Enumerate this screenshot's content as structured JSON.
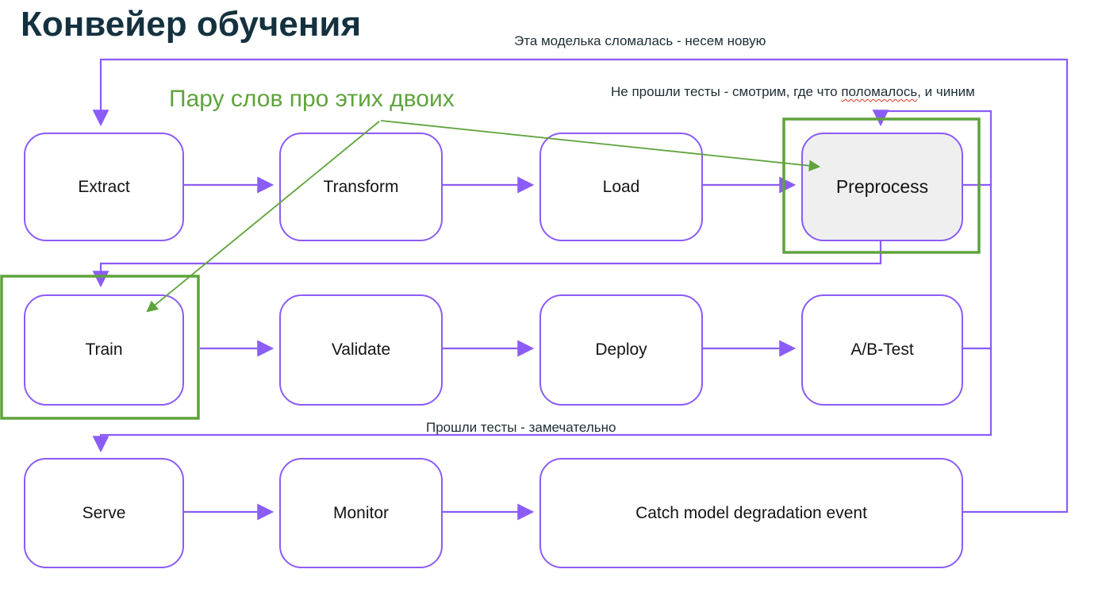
{
  "title": "Конвейер обучения",
  "colors": {
    "node_border": "#8b5cf6",
    "connector": "#8b5cf6",
    "highlight_frame_green": "#5fa33c",
    "green_note_text": "#5fa33c",
    "title_text": "#14313f",
    "annotation_text": "#1d2d35",
    "highlighted_node_fill": "#efeff0",
    "spellcheck_squiggle": "#e0341f"
  },
  "nodes": [
    {
      "label": "Extract"
    },
    {
      "label": "Transform"
    },
    {
      "label": "Load"
    },
    {
      "label": "Preprocess"
    },
    {
      "label": "Train"
    },
    {
      "label": "Validate"
    },
    {
      "label": "Deploy"
    },
    {
      "label": "A/B-Test"
    },
    {
      "label": "Serve"
    },
    {
      "label": "Monitor"
    },
    {
      "label": "Catch model degradation event"
    }
  ],
  "annotations": {
    "model_broken": "Эта моделька сломалась - несем новую",
    "tests_failed_before": "Не прошли тесты - смотрим, где что ",
    "tests_failed_misspelled": "поломалось",
    "tests_failed_after": ", и чиним",
    "green_note": "Пару слов про этих двоих",
    "tests_passed": "Прошли тесты - замечательно"
  }
}
